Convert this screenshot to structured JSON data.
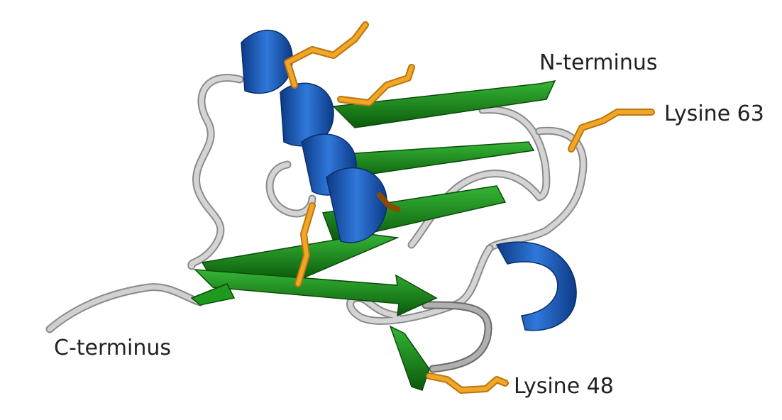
{
  "labels": {
    "n_terminus": "N-terminus",
    "lysine_63": "Lysine 63",
    "lysine_48": "Lysine 48",
    "c_terminus": "C-terminus"
  },
  "colors": {
    "helix": "#1f5fbf",
    "helix_dark": "#0f3f8f",
    "strand": "#1f9a1f",
    "strand_dark": "#0c5a0c",
    "coil": "#c8c8c8",
    "coil_dark": "#7a7a7a",
    "side_chain": "#f0a020",
    "side_chain_dark": "#b97510"
  }
}
